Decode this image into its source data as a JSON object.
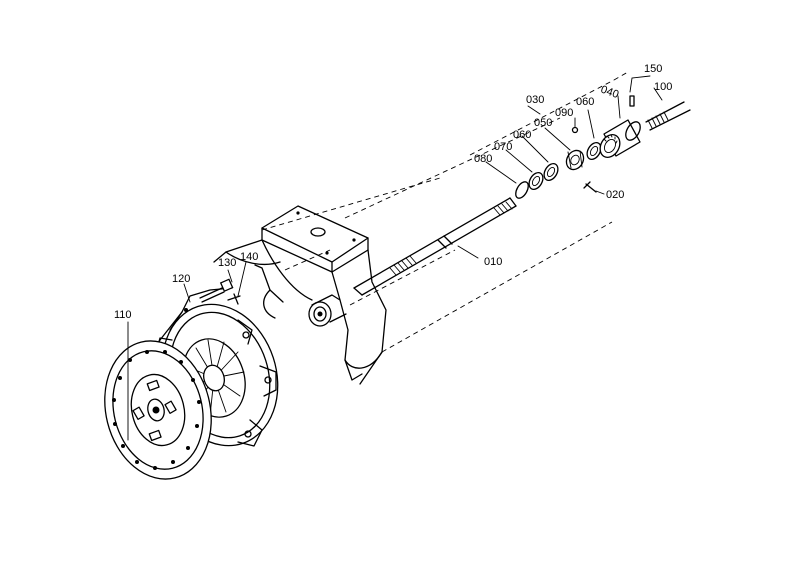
{
  "diagram": {
    "background": "#ffffff",
    "ink": "#000000",
    "callouts": {
      "c010": "010",
      "c020": "020",
      "c030": "030",
      "c040": "040",
      "c050": "050",
      "c060a": "060",
      "c060b": "060",
      "c070": "070",
      "c080": "080",
      "c090": "090",
      "c100": "100",
      "c110": "110",
      "c120": "120",
      "c130": "130",
      "c140": "140",
      "c150": "150"
    }
  }
}
